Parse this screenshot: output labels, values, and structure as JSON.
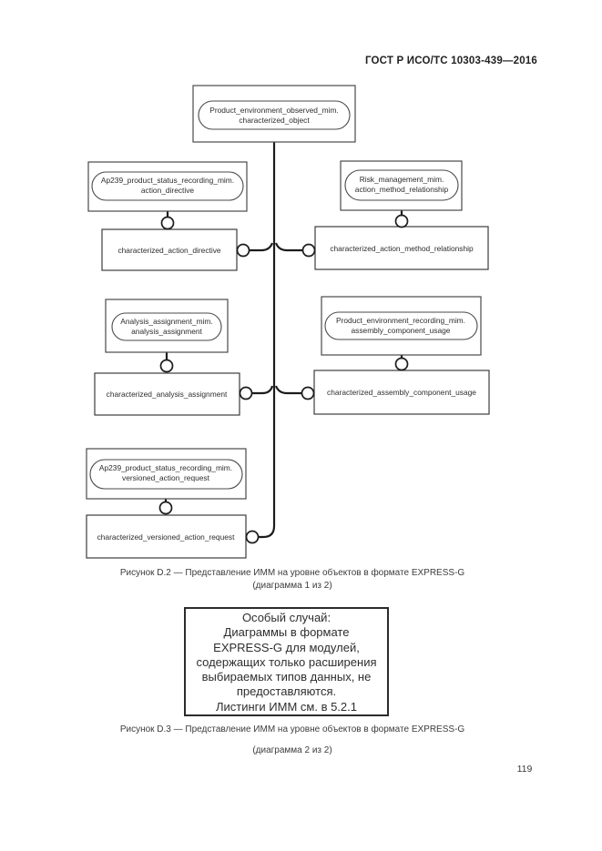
{
  "header": {
    "standard_ref": "ГОСТ Р ИСО/ТС 10303-439—2016"
  },
  "figure_d2": {
    "nodes": {
      "pe_observed": {
        "line1": "Product_environment_observed_mim.",
        "line2": "characterized_object"
      },
      "ap239_action": {
        "line1": "Ap239_product_status_recording_mim.",
        "line2": "action_directive"
      },
      "risk_mgmt": {
        "line1": "Risk_management_mim.",
        "line2": "action_method_relationship"
      },
      "analysis": {
        "line1": "Analysis_assignment_mim.",
        "line2": "analysis_assignment"
      },
      "pe_recording": {
        "line1": "Product_environment_recording_mim.",
        "line2": "assembly_component_usage"
      },
      "ap239_versioned": {
        "line1": "Ap239_product_status_recording_mim.",
        "line2": "versioned_action_request"
      },
      "char_action_directive": {
        "label": "characterized_action_directive"
      },
      "char_action_method": {
        "label": "characterized_action_method_relationship"
      },
      "char_analysis": {
        "label": "characterized_analysis_assignment"
      },
      "char_assembly": {
        "label": "characterized_assembly_component_usage"
      },
      "char_versioned": {
        "label": "characterized_versioned_action_request"
      }
    },
    "caption_line1": "Рисунок D.2 — Представление ИММ на уровне объектов в формате EXPRESS-G",
    "caption_line2": "(диаграмма 1 из 2)"
  },
  "figure_d3": {
    "note_lines": [
      "Особый случай:",
      "Диаграммы в формате",
      "EXPRESS-G для модулей,",
      "содержащих только расширения",
      "выбираемых типов данных, не",
      "предоставляются.",
      "Листинги ИММ см. в 5.2.1"
    ],
    "caption_line1": "Рисунок D.3 — Представление ИММ на уровне объектов в формате EXPRESS-G",
    "caption_line2": "(диаграмма 2 из 2)"
  },
  "footer": {
    "page_number": "119"
  },
  "colors": {
    "paper": "#ffffff",
    "ink": "#2e2e2e",
    "line": "#1c1c1c",
    "box_border": "#4a4a4a"
  }
}
